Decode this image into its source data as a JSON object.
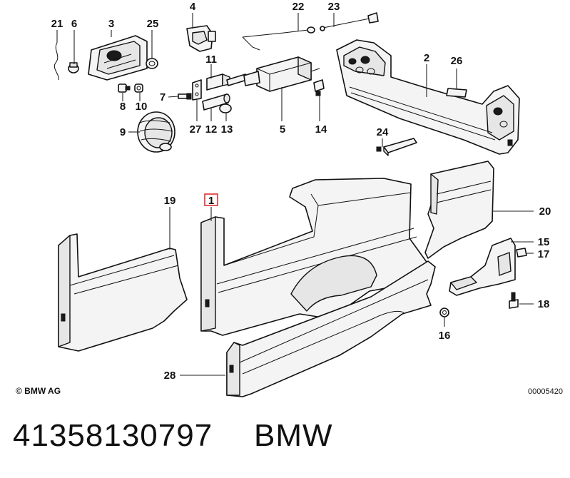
{
  "callouts": {
    "c1": "1",
    "c2": "2",
    "c3": "3",
    "c4": "4",
    "c5": "5",
    "c6": "6",
    "c7": "7",
    "c8": "8",
    "c9": "9",
    "c10": "10",
    "c11": "11",
    "c12": "12",
    "c13": "13",
    "c14": "14",
    "c15": "15",
    "c16": "16",
    "c17": "17",
    "c18": "18",
    "c19": "19",
    "c20": "20",
    "c21": "21",
    "c22": "22",
    "c23": "23",
    "c24": "24",
    "c25": "25",
    "c26": "26",
    "c27": "27",
    "c28": "28"
  },
  "highlighted_callout": "1",
  "highlight_color": "#e03030",
  "footer": {
    "copyright": "© BMW AG",
    "diagram_code": "00005420"
  },
  "caption": {
    "part_number": "41358130797",
    "brand": "BMW"
  }
}
